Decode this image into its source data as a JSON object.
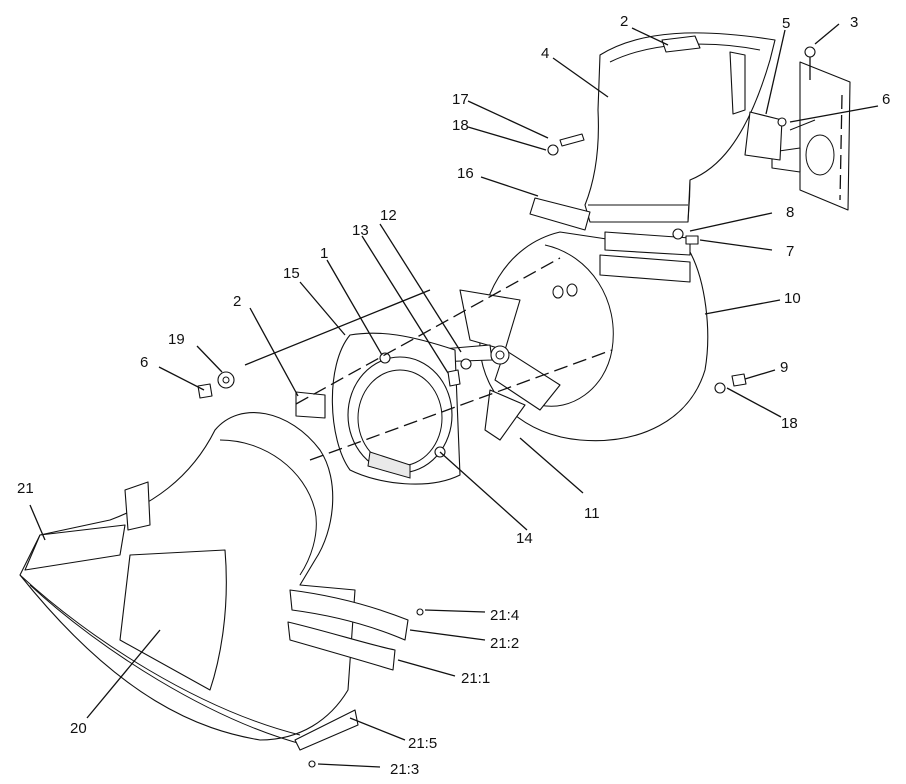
{
  "callouts": {
    "c1": "1",
    "c2a": "2",
    "c2b": "2",
    "c3": "3",
    "c4": "4",
    "c5": "5",
    "c6a": "6",
    "c6b": "6",
    "c7": "7",
    "c8": "8",
    "c9": "9",
    "c10": "10",
    "c11": "11",
    "c12": "12",
    "c13": "13",
    "c14": "14",
    "c15": "15",
    "c16": "16",
    "c17": "17",
    "c18a": "18",
    "c18b": "18",
    "c19": "19",
    "c20": "20",
    "c21": "21",
    "c21_1": "21:1",
    "c21_2": "21:2",
    "c21_3": "21:3",
    "c21_4": "21:4",
    "c21_5": "21:5"
  }
}
